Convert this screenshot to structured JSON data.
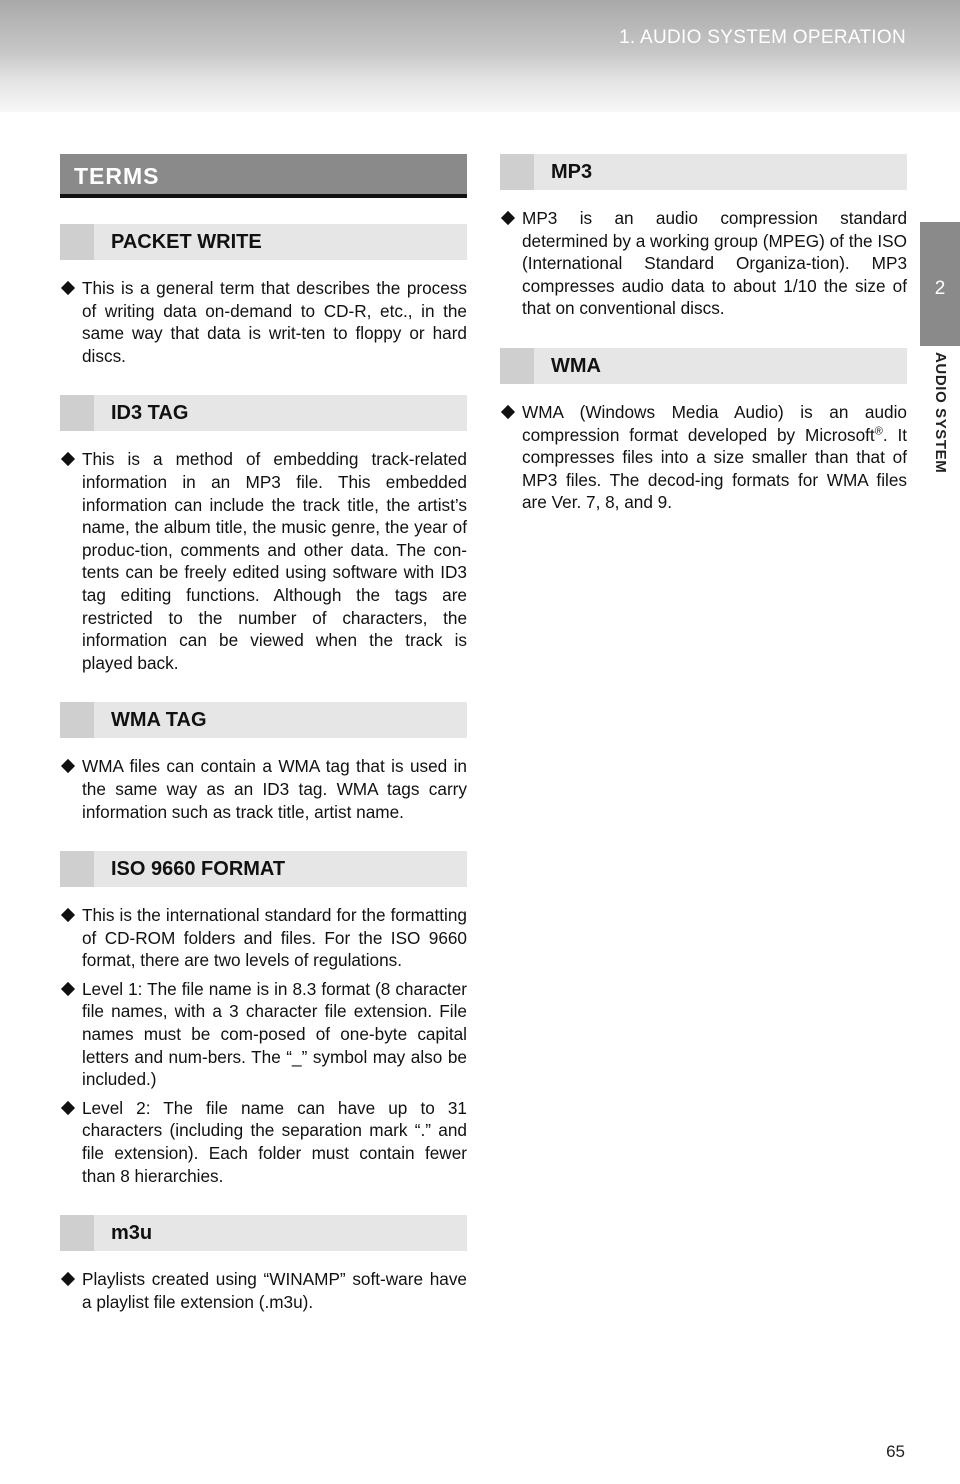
{
  "header": {
    "title": "1. AUDIO SYSTEM OPERATION"
  },
  "side_tab": {
    "number": "2",
    "label": "AUDIO SYSTEM"
  },
  "left_column": {
    "main_heading": "TERMS",
    "sections": [
      {
        "title": "PACKET WRITE",
        "bullets": [
          "This is a general term that describes the process of writing data on-demand to CD-R, etc., in the same way that data is writ-ten to floppy or hard discs."
        ]
      },
      {
        "title": "ID3 TAG",
        "bullets": [
          "This is a method of embedding track-related information in an MP3 file. This embedded information can include the track title, the artist’s name, the album title, the music genre, the year of produc-tion, comments and other data. The con-tents can be freely edited using software with ID3 tag editing functions. Although the tags are restricted to the number of characters, the information can be viewed when the track is played back."
        ]
      },
      {
        "title": "WMA TAG",
        "bullets": [
          "WMA files can contain a WMA tag that is used in the same way as an ID3 tag. WMA tags carry information such as track title, artist name."
        ]
      },
      {
        "title": "ISO 9660 FORMAT",
        "bullets": [
          "This is the international standard for the formatting of CD-ROM folders and files. For the ISO 9660 format, there are two levels of regulations.",
          "Level 1: The file name is in 8.3 format (8 character file names, with a 3 character file extension. File names must be com-posed of one-byte capital letters and num-bers. The “_” symbol may also be included.)",
          "Level 2: The file name can have up to 31 characters (including the separation mark “.” and file extension). Each folder must contain fewer than 8 hierarchies."
        ]
      },
      {
        "title": "m3u",
        "bullets": [
          "Playlists created using “WINAMP” soft-ware have a playlist file extension (.m3u)."
        ]
      }
    ]
  },
  "right_column": {
    "sections": [
      {
        "title": "MP3",
        "bullets": [
          "MP3 is an audio compression standard determined by a working group (MPEG) of the ISO (International Standard Organiza-tion). MP3 compresses audio data to about 1/10 the size of that on conventional discs."
        ]
      },
      {
        "title": "WMA",
        "bullet_pre": "WMA (Windows Media Audio) is an audio compression format developed by Microsoft",
        "bullet_sup": "®",
        "bullet_post": ". It compresses files into a size smaller than that of MP3 files. The decod-ing formats for WMA files are Ver. 7, 8, and 9."
      }
    ]
  },
  "page_number": "65"
}
